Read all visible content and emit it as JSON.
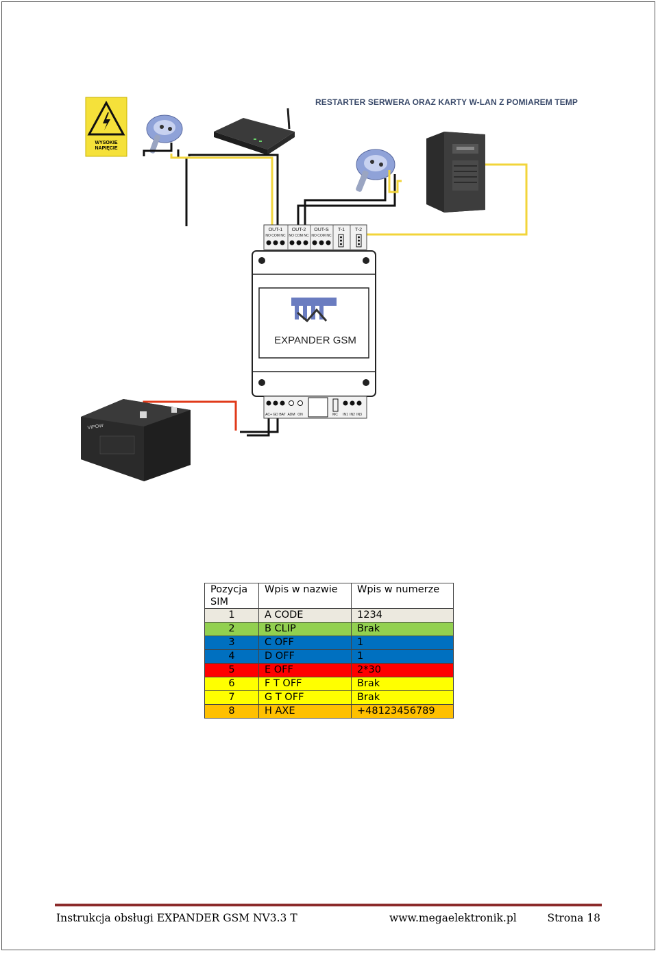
{
  "diagram": {
    "title": "RESTARTER SERWERA ORAZ KARTY W-LAN Z POMIAREM TEMP",
    "warning_sign": "WYSOKIE NAPIĘCIE",
    "device_label": "EXPANDER GSM",
    "terminals_top": [
      "OUT-1",
      "OUT-2",
      "OUT-S",
      "T-1",
      "T-2"
    ],
    "terminal_pins": "NO COM NC",
    "terminals_bottom": [
      "AC+",
      "GD",
      "BAT",
      "ADM",
      "ON",
      "MC",
      "IN1",
      "IN2",
      "IN3"
    ],
    "battery_brand": "VIPOW",
    "colors": {
      "wire_yellow": "#f2d43a",
      "wire_black": "#111111",
      "wire_red": "#e03a1a"
    }
  },
  "table": {
    "headers": [
      "Pozycja SIM",
      "Wpis w nazwie",
      "Wpis w numerze"
    ],
    "rows": [
      {
        "pos": "1",
        "name": "A CODE",
        "number": "1234",
        "color": "#ece9df"
      },
      {
        "pos": "2",
        "name": "B CLIP",
        "number": "Brak",
        "color": "#92d050"
      },
      {
        "pos": "3",
        "name": "C OFF",
        "number": "1",
        "color": "#0070c0"
      },
      {
        "pos": "4",
        "name": "D OFF",
        "number": "1",
        "color": "#0070c0"
      },
      {
        "pos": "5",
        "name": "E OFF",
        "number": "2*30",
        "color": "#ff0000"
      },
      {
        "pos": "6",
        "name": "F T OFF",
        "number": "Brak",
        "color": "#ffff00"
      },
      {
        "pos": "7",
        "name": "G T OFF",
        "number": "Brak",
        "color": "#ffff00"
      },
      {
        "pos": "8",
        "name": "H AXE",
        "number": "+48123456789",
        "color": "#ffc000"
      }
    ]
  },
  "footer": {
    "doc_title": "Instrukcja obsługi EXPANDER GSM NV3.3 T",
    "website": "www.megaelektronik.pl",
    "page": "Strona 18"
  }
}
